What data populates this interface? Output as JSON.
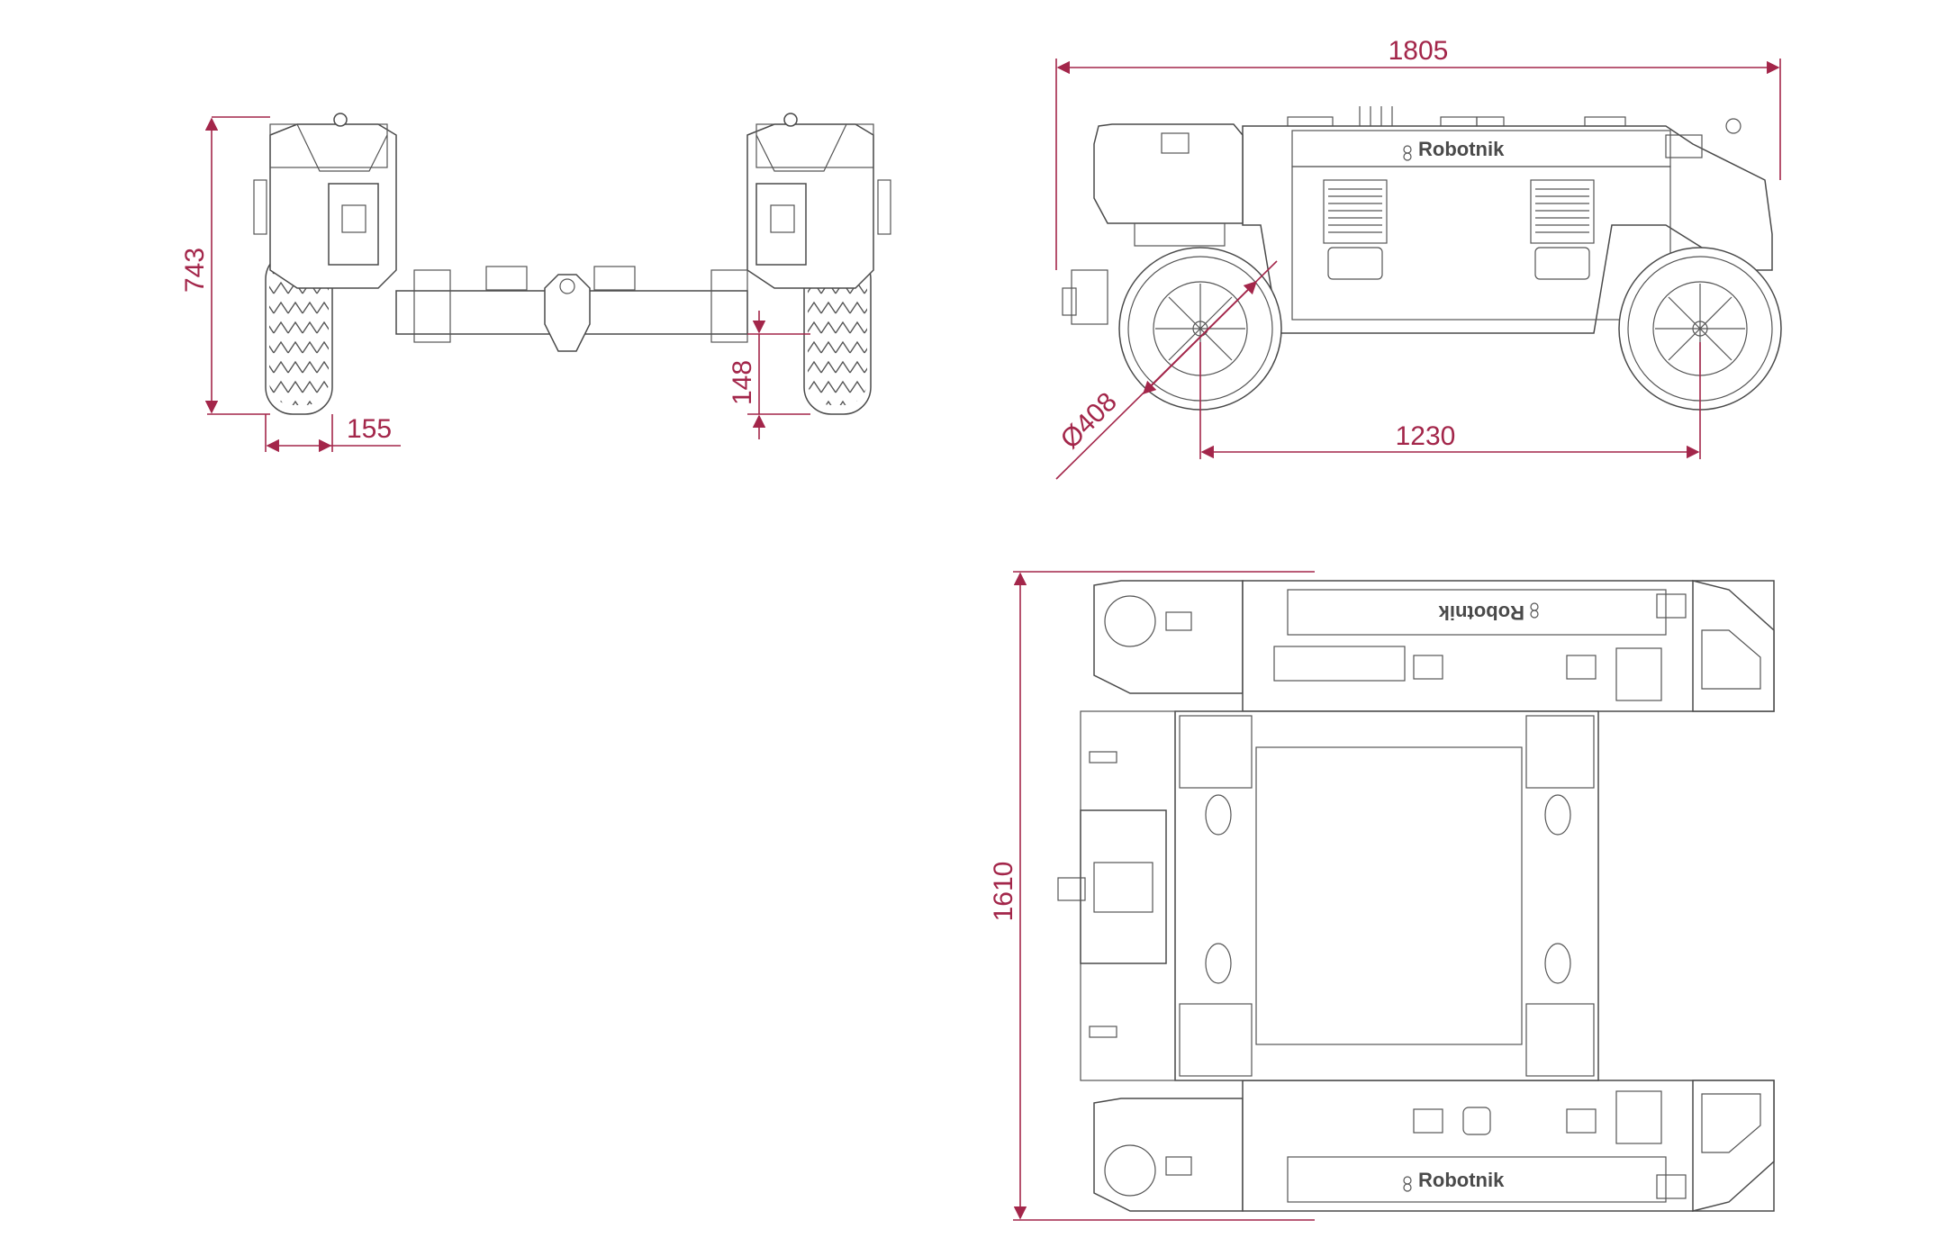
{
  "colors": {
    "dimension": "#a3264a",
    "linework": "#4a4a4a",
    "background": "#ffffff"
  },
  "front_view": {
    "height": "743",
    "wheel_width": "155",
    "ground_clearance": "148"
  },
  "side_view": {
    "length": "1805",
    "wheel_diameter": "Ø408",
    "wheelbase": "1230",
    "logo_text": "Robotnik"
  },
  "top_view": {
    "width": "1610",
    "logo_text_top": "Robotnik",
    "logo_text_bottom": "Robotnik"
  }
}
